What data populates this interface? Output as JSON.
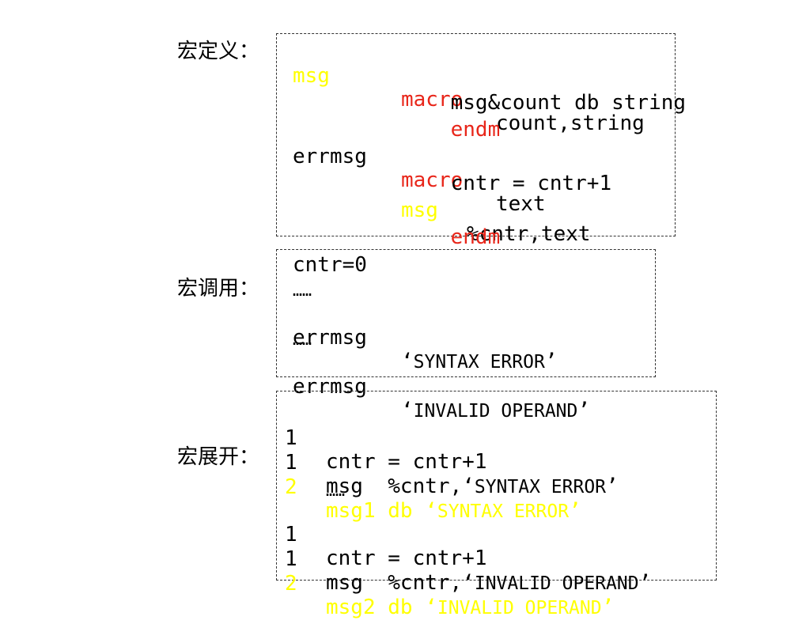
{
  "labels": {
    "definition": "宏定义：",
    "call": "宏调用：",
    "expansion": "宏展开："
  },
  "definition": {
    "l1": {
      "name": "msg",
      "kw": "macro",
      "params": "count,string"
    },
    "l2": {
      "body": "msg&count db string"
    },
    "l3": {
      "kw": "endm"
    },
    "l4": {
      "name": "errmsg",
      "kw": "macro",
      "params": "text"
    },
    "l5": {
      "body": "cntr = cntr+1"
    },
    "l6": {
      "name": "msg",
      "args": "%cntr,text"
    },
    "l7": {
      "kw": "endm"
    }
  },
  "call": {
    "l1": "cntr=0",
    "l2": "……",
    "l3": {
      "name": "errmsg",
      "q1": "‘",
      "arg": "SYNTAX ERROR",
      "q2": "’"
    },
    "l4": "……",
    "l5": {
      "name": "errmsg",
      "q1": "‘",
      "arg": "INVALID OPERAND",
      "q2": "’"
    }
  },
  "expansion": {
    "l1": {
      "level": "1",
      "code": "cntr = cntr+1"
    },
    "l2": {
      "level": "1",
      "pre": "msg  %cntr,",
      "q1": "‘",
      "arg": "SYNTAX ERROR",
      "q2": "’"
    },
    "l3": {
      "level": "2",
      "pre": "msg1 db ",
      "q1": "‘",
      "arg": "SYNTAX ERROR",
      "q2": "’"
    },
    "l4": {
      "code": "……"
    },
    "l5": {
      "level": "1",
      "code": "cntr = cntr+1"
    },
    "l6": {
      "level": "1",
      "pre": "msg  %cntr,",
      "q1": "‘",
      "arg": "INVALID OPERAND",
      "q2": "’"
    },
    "l7": {
      "level": "2",
      "pre": "msg2 db ",
      "q1": "‘",
      "arg": "INVALID OPERAND",
      "q2": "’"
    }
  },
  "colors": {
    "keyword": "#e8261a",
    "macro_name": "#ffff00",
    "text": "#000000"
  }
}
